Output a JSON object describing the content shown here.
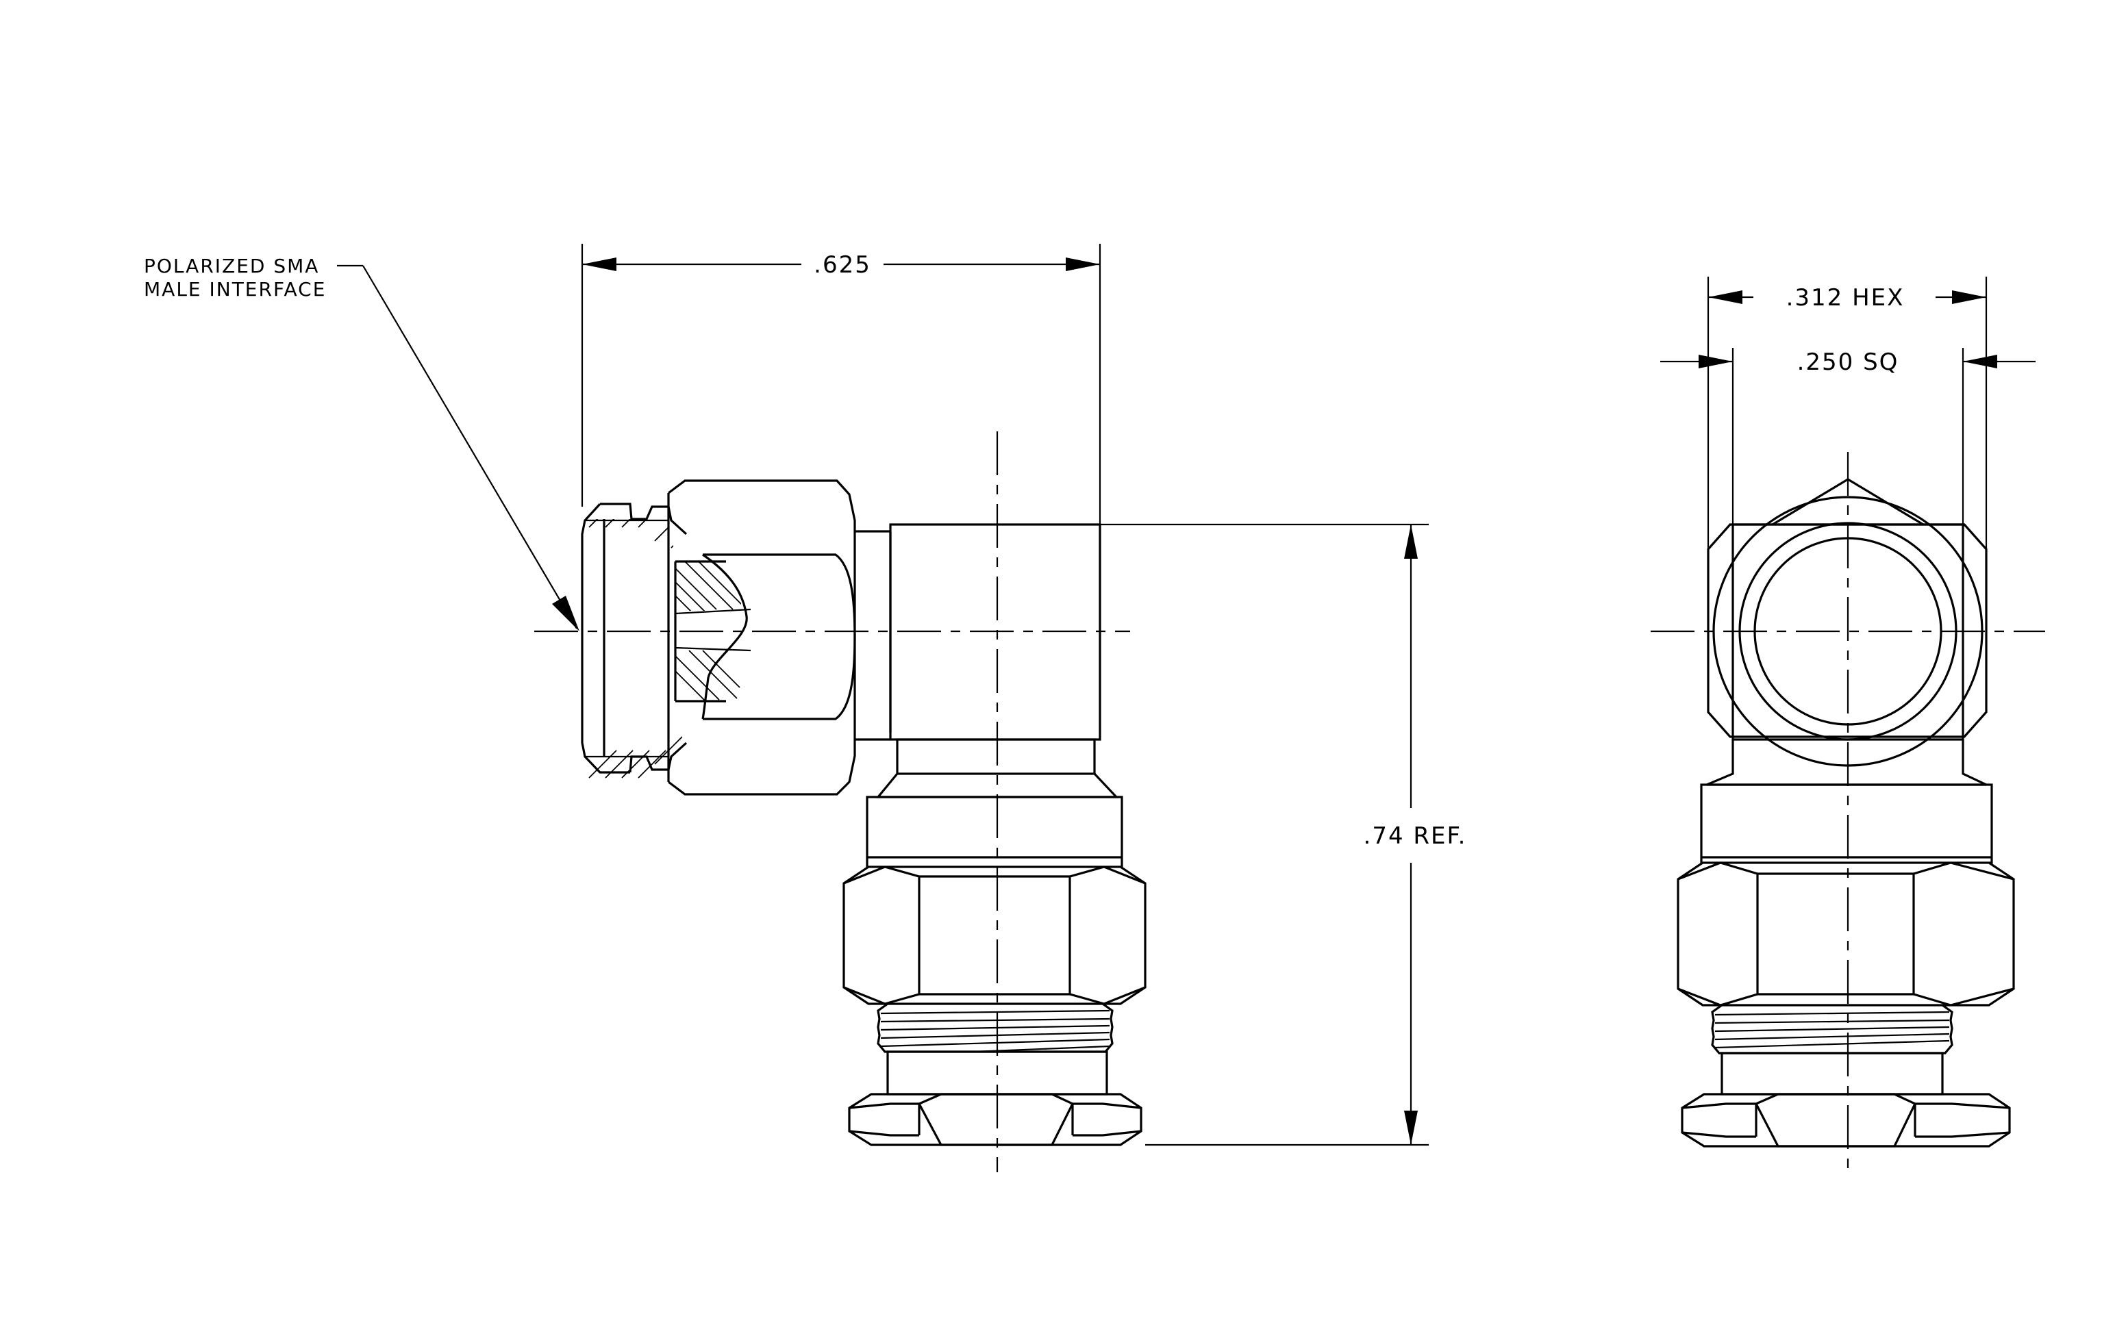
{
  "annotations": {
    "callout_line1": "POLARIZED SMA",
    "callout_line2": "MALE INTERFACE",
    "dim_length": ".625",
    "dim_hex": ".312 HEX",
    "dim_square": ".250 SQ",
    "dim_height": ".74 REF."
  }
}
